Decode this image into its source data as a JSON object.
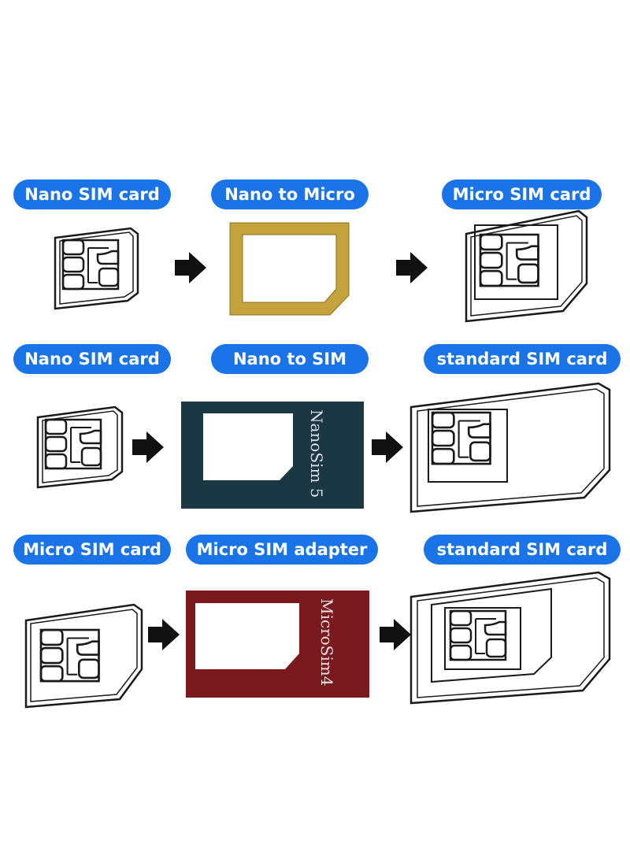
{
  "colors": {
    "label_bg": "#1a74e8",
    "nano_micro_adapter": "#c4a33c",
    "nano_sim_adapter": "#1b3743",
    "micro_sim_adapter": "#7a1a1f",
    "outline": "#1a1a1a"
  },
  "rows": [
    {
      "labels": [
        "Nano SIM card",
        "Nano to Micro",
        "Micro SIM card"
      ]
    },
    {
      "labels": [
        "Nano SIM card",
        "Nano to SIM",
        "standard SIM card"
      ],
      "adapter_text": "NanoSim 5"
    },
    {
      "labels": [
        "Micro SIM card",
        "Micro SIM adapter",
        "standard SIM card"
      ],
      "adapter_text": "MicroSim4"
    }
  ],
  "icons": [
    "nano-sim-card-icon",
    "nano-to-micro-adapter-icon",
    "micro-sim-card-icon",
    "nano-to-sim-adapter-icon",
    "standard-sim-card-icon",
    "micro-sim-adapter-icon",
    "arrow-right-icon"
  ]
}
